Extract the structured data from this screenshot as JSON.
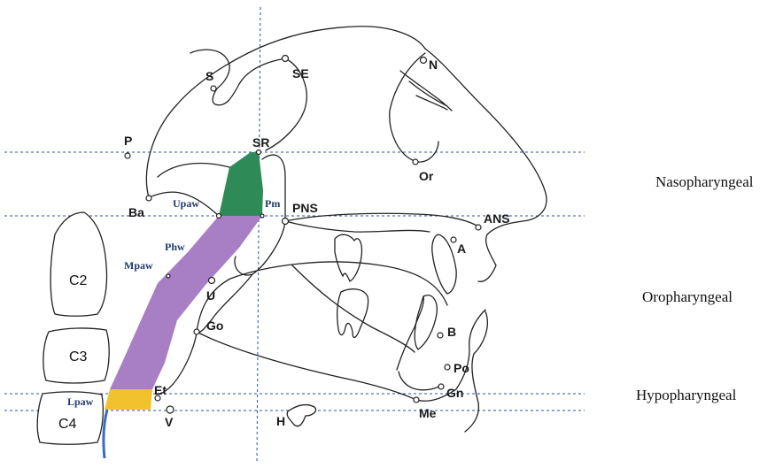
{
  "landmarks": {
    "S": "S",
    "SE": "SE",
    "N": "N",
    "P": "P",
    "SR": "SR",
    "Or": "Or",
    "Ba": "Ba",
    "PNS": "PNS",
    "ANS": "ANS",
    "A": "A",
    "U": "U",
    "Go": "Go",
    "B": "B",
    "Po": "Po",
    "Gn": "Gn",
    "Me": "Me",
    "H": "H",
    "Et": "Et",
    "V": "V"
  },
  "airway_labels": {
    "Upaw": "Upaw",
    "Pm": "Pm",
    "Phw": "Phw",
    "Mpaw": "Mpaw",
    "Lpaw": "Lpaw"
  },
  "vertebrae": {
    "c2": "C2",
    "c3": "C3",
    "c4": "C4"
  },
  "regions": {
    "nasopharyngeal": "Nasopharyngeal",
    "oropharyngeal": "Oropharyngeal",
    "hypopharyngeal": "Hypopharyngeal"
  },
  "colors": {
    "nasopharynx_fill": "#2e8b57",
    "oropharynx_fill": "#a87fc4",
    "hypopharynx_fill": "#f2c12e",
    "reference_line": "#2a50a8",
    "posterior_wall": "#3a6cc4"
  }
}
